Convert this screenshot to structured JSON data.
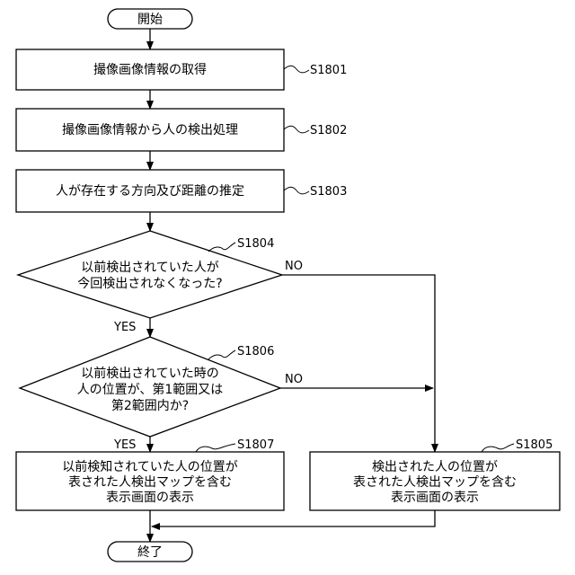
{
  "terminals": {
    "start": "開始",
    "end": "終了"
  },
  "processes": {
    "s1801": "撮像画像情報の取得",
    "s1802": "撮像画像情報から人の検出処理",
    "s1803": "人が存在する方向及び距離の推定",
    "s1807": [
      "以前検知されていた人の位置が",
      "表された人検出マップを含む",
      "表示画面の表示"
    ],
    "s1805": [
      "検出された人の位置が",
      "表された人検出マップを含む",
      "表示画面の表示"
    ]
  },
  "decisions": {
    "s1804": [
      "以前検出されていた人が",
      "今回検出されなくなった?"
    ],
    "s1806": [
      "以前検出されていた時の",
      "人の位置が、第1範囲又は",
      "第2範囲内か?"
    ]
  },
  "step_labels": {
    "s1801": "S1801",
    "s1802": "S1802",
    "s1803": "S1803",
    "s1804": "S1804",
    "s1806": "S1806",
    "s1807": "S1807",
    "s1805": "S1805"
  },
  "branches": {
    "s1804_no": "NO",
    "s1804_yes": "YES",
    "s1806_no": "NO",
    "s1806_yes": "YES"
  }
}
